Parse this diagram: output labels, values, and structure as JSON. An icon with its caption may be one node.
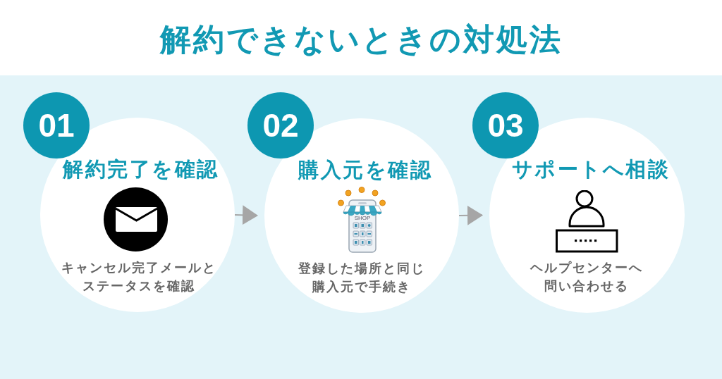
{
  "diagram": {
    "title": "解約できないときの対処法",
    "nodes": [
      {
        "text": [
          "01"
        ]
      },
      {
        "text": [
          "解約完了を確認",
          "キャンセル完了メールとステータスを確認"
        ]
      },
      {
        "text": [
          "02"
        ]
      },
      {
        "text": [
          "購入元を確認",
          "登録した場所と同じ購入元で手続き"
        ]
      },
      {
        "text": [
          "03"
        ]
      },
      {
        "text": [
          "サポートへ相談",
          "ヘルプセンターへ問い合わせる"
        ]
      }
    ],
    "edges": [
      {
        "from": 1,
        "to": 3,
        "arrow": "to"
      },
      {
        "from": 3,
        "to": 5,
        "arrow": "to"
      }
    ],
    "labels": [
      "SHOP"
    ]
  }
}
